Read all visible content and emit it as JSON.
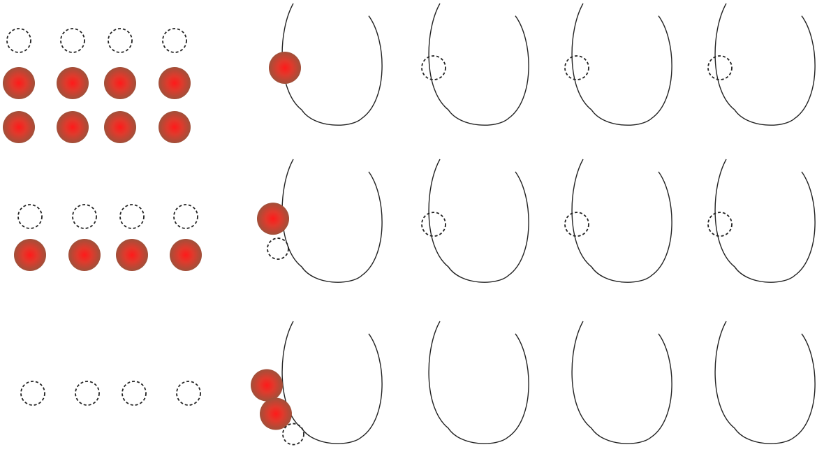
{
  "colors": {
    "background": "#ffffff",
    "ball_center": "#ff1a1a",
    "ball_mid": "#e03a2c",
    "ball_edge": "#a0503a",
    "outline": "#222222"
  },
  "icons": {
    "filled_ball": "red-ball-icon",
    "empty_slot": "dashed-circle-icon",
    "loop_track": "open-loop-track-icon"
  },
  "stages": [
    {
      "name": "stage-1",
      "panel_slots": [
        [
          "empty",
          "empty",
          "empty",
          "empty"
        ],
        [
          "filled",
          "filled",
          "filled",
          "filled"
        ],
        [
          "filled",
          "filled",
          "filled",
          "filled"
        ]
      ],
      "loops": [
        {
          "name": "loop-1",
          "marker": "balls-1"
        },
        {
          "name": "loop-2",
          "marker": "slot"
        },
        {
          "name": "loop-3",
          "marker": "slot"
        },
        {
          "name": "loop-4",
          "marker": "slot"
        }
      ]
    },
    {
      "name": "stage-2",
      "panel_slots": [
        [
          "empty",
          "empty",
          "empty",
          "empty"
        ],
        [
          "filled",
          "filled",
          "filled",
          "filled"
        ]
      ],
      "loops": [
        {
          "name": "loop-1",
          "marker": "balls-1-slot"
        },
        {
          "name": "loop-2",
          "marker": "slot"
        },
        {
          "name": "loop-3",
          "marker": "slot"
        },
        {
          "name": "loop-4",
          "marker": "slot"
        }
      ]
    },
    {
      "name": "stage-3",
      "panel_slots": [
        [
          "empty",
          "empty",
          "empty",
          "empty"
        ]
      ],
      "loops": [
        {
          "name": "loop-1",
          "marker": "balls-2-slot"
        },
        {
          "name": "loop-2",
          "marker": "none"
        },
        {
          "name": "loop-3",
          "marker": "none"
        },
        {
          "name": "loop-4",
          "marker": "none"
        }
      ]
    }
  ]
}
